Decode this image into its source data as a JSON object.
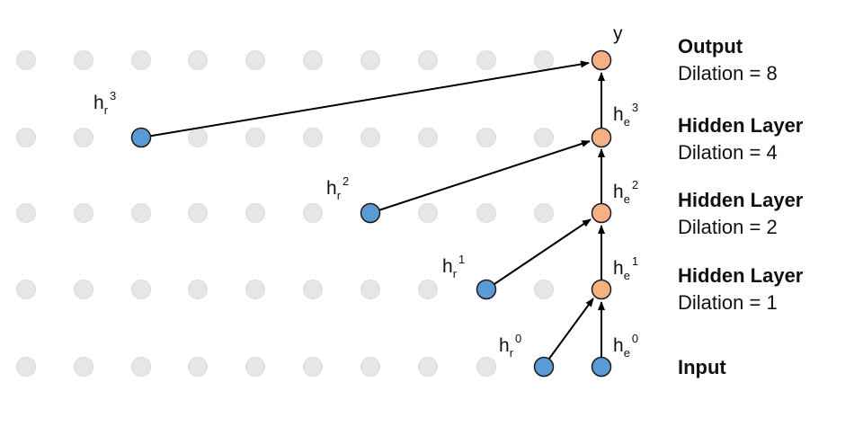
{
  "diagram": {
    "colors": {
      "background_node": "#e6e6e6",
      "background_node_stroke": "#dadada",
      "input_node": "#5b9bd5",
      "hidden_node": "#f4b183",
      "node_stroke": "#1a1a1a",
      "arrow": "#000000"
    },
    "output_label": "y",
    "layers": [
      {
        "id": "output",
        "title": "Output",
        "dilation": "Dilation = 8"
      },
      {
        "id": "hidden3",
        "title": "Hidden Layer",
        "dilation": "Dilation = 4"
      },
      {
        "id": "hidden2",
        "title": "Hidden Layer",
        "dilation": "Dilation = 2"
      },
      {
        "id": "hidden1",
        "title": "Hidden Layer",
        "dilation": "Dilation = 1"
      },
      {
        "id": "input",
        "title": "Input",
        "dilation": ""
      }
    ],
    "node_labels": {
      "hr3": {
        "base": "h",
        "sub": "r",
        "sup": "3"
      },
      "hr2": {
        "base": "h",
        "sub": "r",
        "sup": "2"
      },
      "hr1": {
        "base": "h",
        "sub": "r",
        "sup": "1"
      },
      "hr0": {
        "base": "h",
        "sub": "r",
        "sup": "0"
      },
      "he3": {
        "base": "h",
        "sub": "e",
        "sup": "3"
      },
      "he2": {
        "base": "h",
        "sub": "e",
        "sup": "2"
      },
      "he1": {
        "base": "h",
        "sub": "e",
        "sup": "1"
      },
      "he0": {
        "base": "h",
        "sub": "e",
        "sup": "0"
      }
    }
  }
}
